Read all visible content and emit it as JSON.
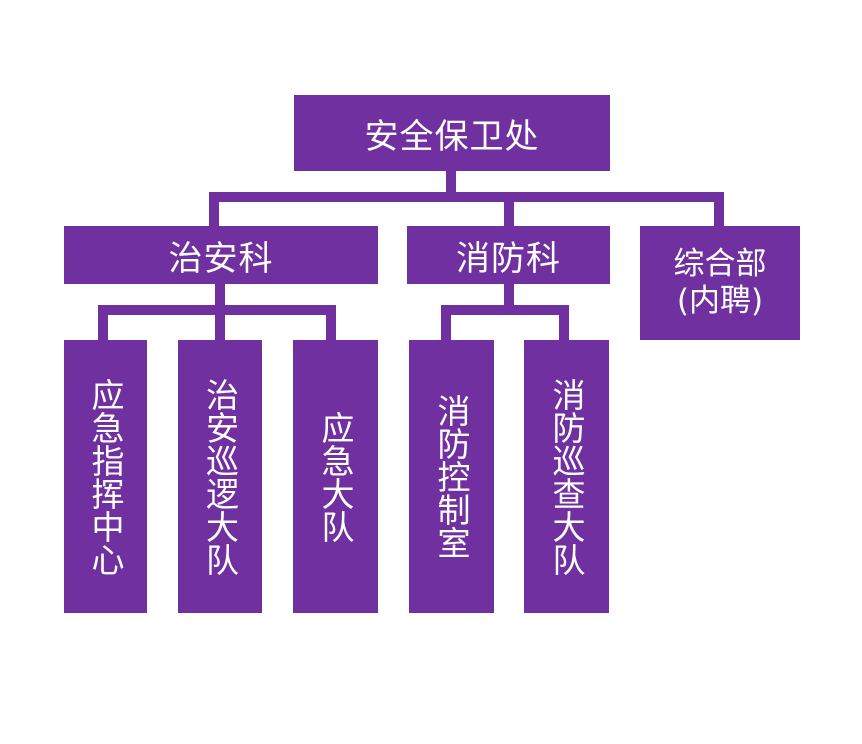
{
  "colors": {
    "node_fill": "#7030a0",
    "connector": "#7030a0",
    "text": "#ffffff",
    "background": "#ffffff"
  },
  "org_chart": {
    "root": "安全保卫处",
    "departments": [
      {
        "name": "治安科",
        "children": [
          "应急指挥中心",
          "治安巡逻大队",
          "应急大队"
        ]
      },
      {
        "name": "消防科",
        "children": [
          "消防控制室",
          "消防巡查大队"
        ]
      },
      {
        "name_line1": "综合部",
        "name_line2": "(内聘)"
      }
    ]
  }
}
